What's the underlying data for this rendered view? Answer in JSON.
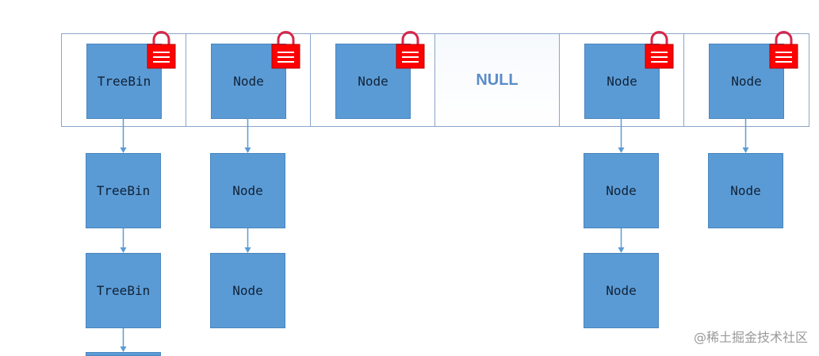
{
  "table": {
    "cells": [
      {
        "type": "node",
        "label": "TreeBin",
        "locked": true
      },
      {
        "type": "node",
        "label": "Node",
        "locked": true
      },
      {
        "type": "node",
        "label": "Node",
        "locked": true
      },
      {
        "type": "null",
        "label": "NULL",
        "locked": false
      },
      {
        "type": "node",
        "label": "Node",
        "locked": true
      },
      {
        "type": "node",
        "label": "Node",
        "locked": true
      }
    ]
  },
  "chains": [
    {
      "column": 0,
      "items": [
        "TreeBin",
        "TreeBin"
      ]
    },
    {
      "column": 1,
      "items": [
        "Node",
        "Node"
      ]
    },
    {
      "column": 4,
      "items": [
        "Node",
        "Node"
      ]
    },
    {
      "column": 5,
      "items": [
        "Node"
      ]
    }
  ],
  "colors": {
    "node_fill": "#5b9bd5",
    "node_border": "#4a86bf",
    "cell_border": "#8aa5c8",
    "arrow": "#5b9bd5",
    "lock_body": "#ff0000",
    "lock_shackle": "#d9264a",
    "null_text": "#5b8cc8"
  },
  "icons": {
    "lock": "padlock-icon"
  },
  "watermark": "@稀土掘金技术社区"
}
